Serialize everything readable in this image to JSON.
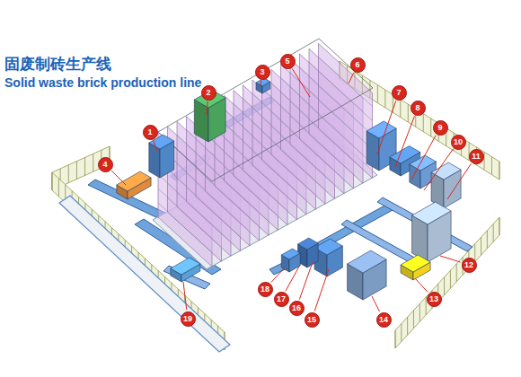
{
  "diagram": {
    "title": "固废制砖生产线",
    "labels": [
      "Solid waste brick production line",
      "1",
      "2",
      "3",
      "4",
      "5",
      "6",
      "7",
      "8",
      "9",
      "10",
      "11",
      "12",
      "13",
      "14",
      "15",
      "16",
      "17",
      "18",
      "19"
    ]
  }
}
